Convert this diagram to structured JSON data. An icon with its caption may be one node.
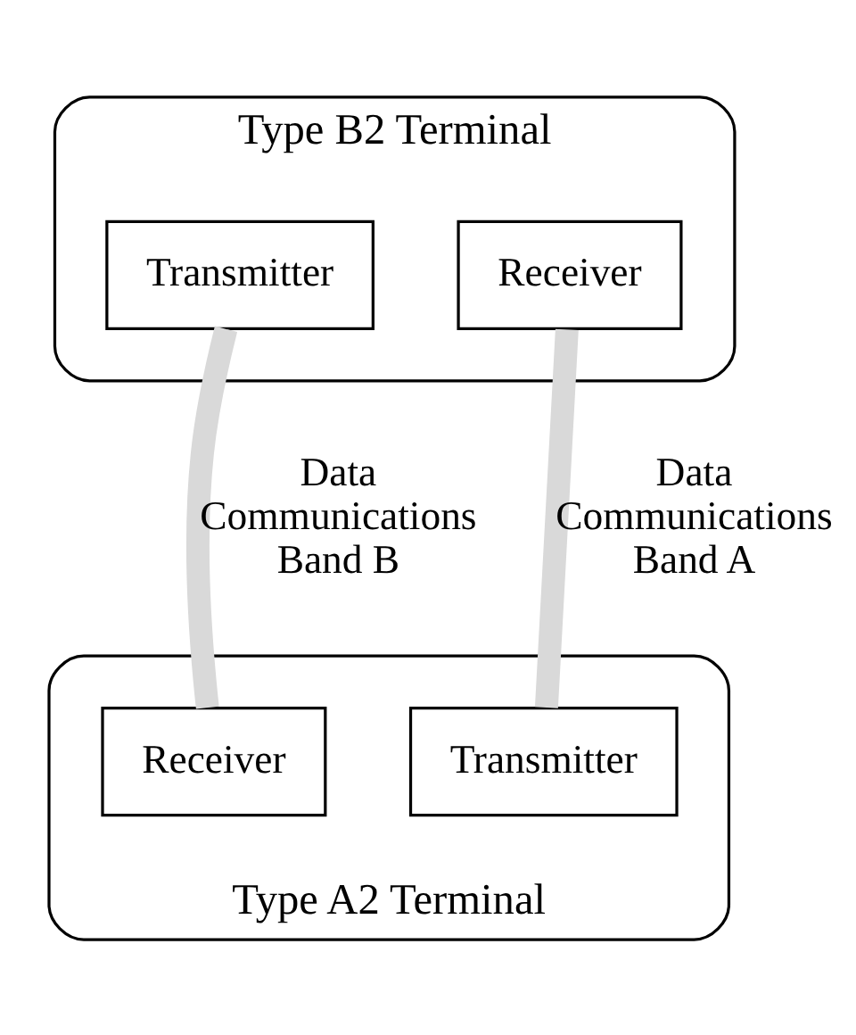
{
  "diagram": {
    "nodes": [
      {
        "text": [
          "Type B2 Terminal"
        ]
      },
      {
        "text": [
          "Transmitter"
        ],
        "in": 0
      },
      {
        "text": [
          "Receiver"
        ],
        "in": 0
      },
      {
        "text": [
          "Type A2 Terminal"
        ]
      },
      {
        "text": [
          "Receiver"
        ],
        "in": 3
      },
      {
        "text": [
          "Transmitter"
        ],
        "in": 3
      }
    ],
    "edges": [
      {
        "from": 1,
        "to": 4,
        "arrow": "none",
        "label": "Data Communications Band B"
      },
      {
        "from": 5,
        "to": 2,
        "arrow": "none",
        "label": "Data Communications Band A"
      }
    ]
  }
}
